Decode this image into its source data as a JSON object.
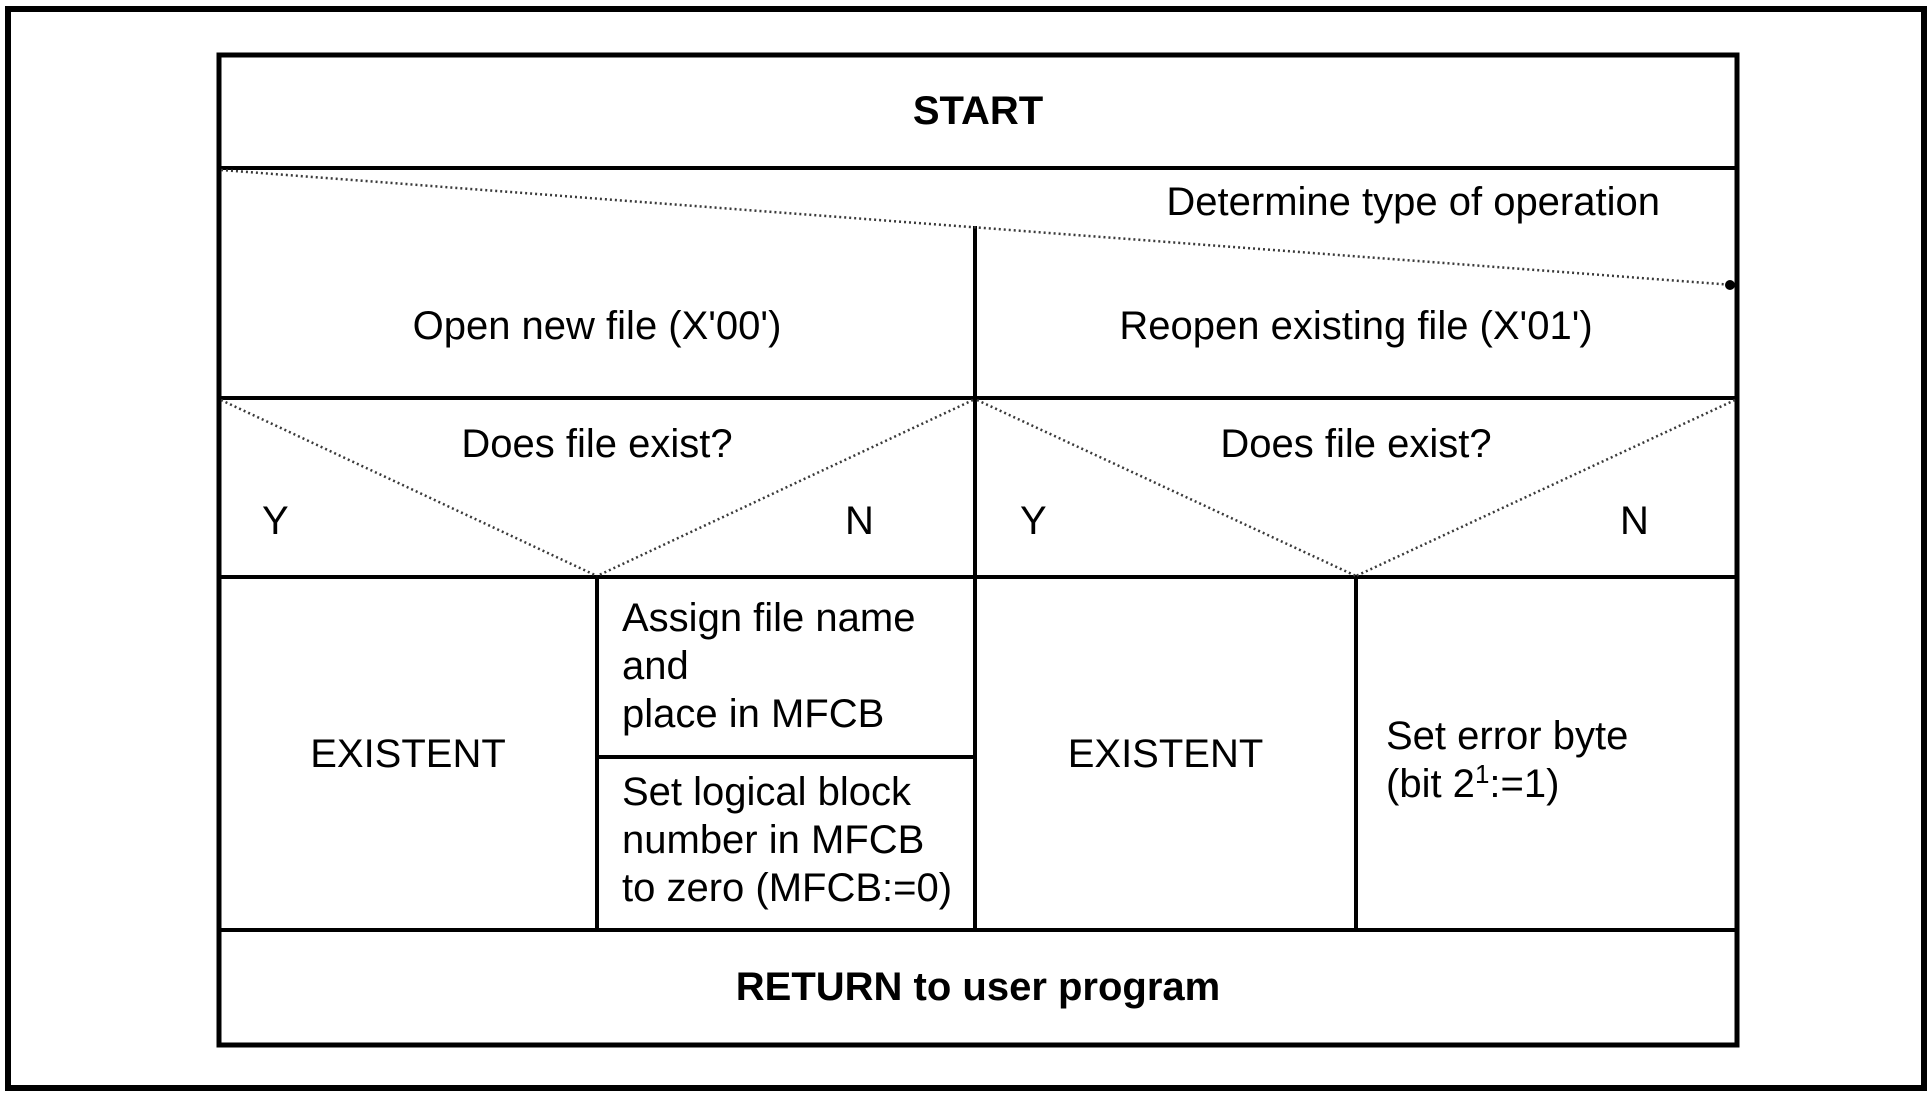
{
  "colors": {
    "ink": "#000000",
    "diagonal": "#3a3a3a",
    "background": "#ffffff"
  },
  "flowchart": {
    "start_label": "START",
    "operation_band": {
      "caption": "Determine type of operation",
      "left_option": "Open new file (X'00')",
      "right_option": "Reopen existing file (X'01')"
    },
    "decisions": {
      "left": {
        "question": "Does file exist?",
        "yes": "Y",
        "no": "N"
      },
      "right": {
        "question": "Does file exist?",
        "yes": "Y",
        "no": "N"
      }
    },
    "actions": {
      "left_existent": "EXISTENT",
      "assign_lines": [
        "Assign file name",
        "and",
        "place in MFCB"
      ],
      "set_block_lines": [
        "Set logical block",
        "number in MFCB",
        "to zero (MFCB:=0)"
      ],
      "right_existent": "EXISTENT",
      "set_error": {
        "line1": "Set error byte",
        "prefix": "(bit 2",
        "sup": "1",
        "suffix": ":=1)"
      }
    },
    "return_label": "RETURN to user program"
  }
}
